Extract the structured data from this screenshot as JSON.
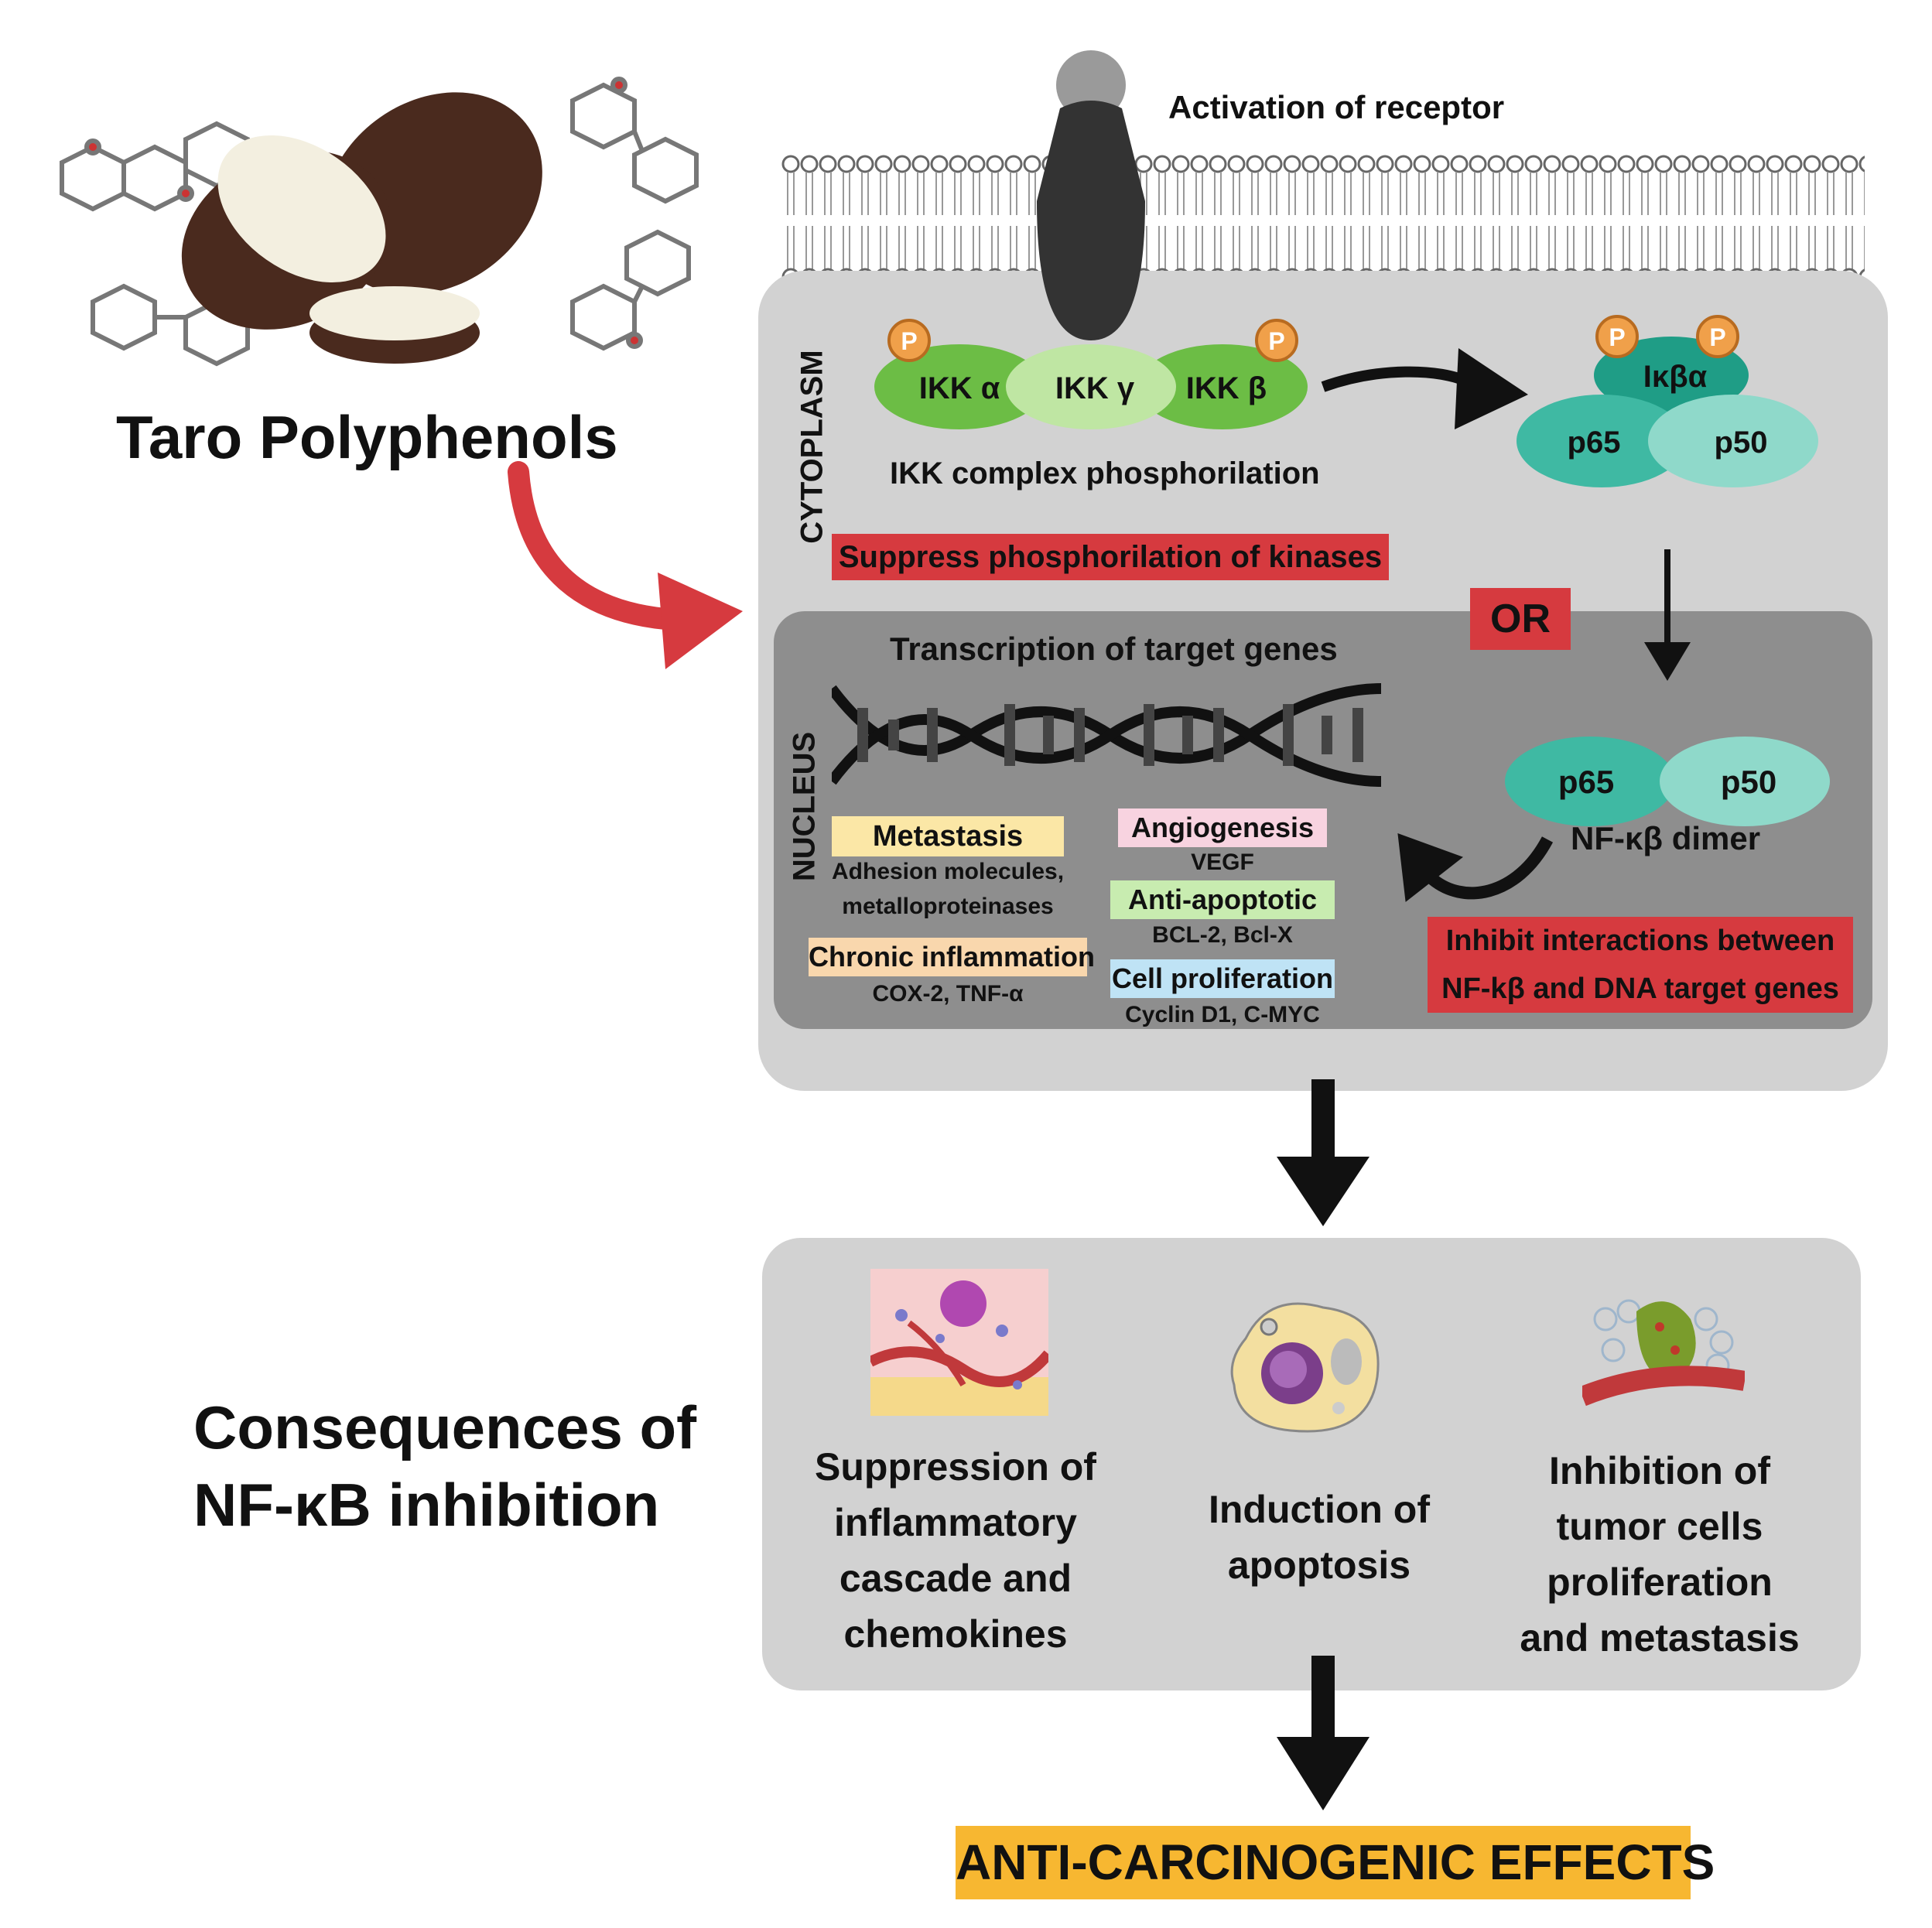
{
  "source_title": "Taro Polyphenols",
  "receptor_label": "Activation of receptor",
  "cytoplasm_label": "CYTOPLASM",
  "nucleus_label": "NUCLEUS",
  "ikk": {
    "alpha": "IKK α",
    "gamma": "IKK γ",
    "beta": "IKK β",
    "phospho_marker": "P",
    "caption": "IKK complex phosphorilation"
  },
  "inhibitor_complex": {
    "ikba": "Iκβα",
    "p65": "p65",
    "p50": "p50"
  },
  "suppress_label": "Suppress phosphorilation of kinases",
  "or_label": "OR",
  "transcription_label": "Transcription of target genes",
  "dimer": {
    "p65": "p65",
    "p50": "p50",
    "caption": "NF-κβ dimer"
  },
  "gene_groups": {
    "metastasis": {
      "title": "Metastasis",
      "line1": "Adhesion molecules,",
      "line2": "metalloproteinases",
      "color": "#fbe7a6"
    },
    "inflammation": {
      "title": "Chronic inflammation",
      "detail": "COX-2, TNF-α",
      "color": "#f9d7ad"
    },
    "angiogenesis": {
      "title": "Angiogenesis",
      "detail": "VEGF",
      "color": "#f8d3e0"
    },
    "anti_apoptotic": {
      "title": "Anti-apoptotic",
      "detail": "BCL-2, Bcl-X",
      "color": "#c8ecb0"
    },
    "proliferation": {
      "title": "Cell proliferation",
      "detail": "Cyclin D1, C-MYC",
      "color": "#bfe3f5"
    }
  },
  "inhibit_label": {
    "line1": "Inhibit interactions between",
    "line2": "NF-kβ and DNA target genes"
  },
  "consequences_title": {
    "line1": "Consequences of",
    "line2": "NF-κB inhibition"
  },
  "consequences": [
    {
      "line1": "Suppression of",
      "line2": "inflammatory",
      "line3": "cascade and",
      "line4": "chemokines"
    },
    {
      "line1": "Induction of",
      "line2": "apoptosis"
    },
    {
      "line1": "Inhibition of",
      "line2": "tumor cells",
      "line3": "proliferation",
      "line4": "and metastasis"
    }
  ],
  "final_effect": "ANTI-CARCINOGENIC EFFECTS",
  "colors": {
    "red_accent": "#d63a3f",
    "cell_gray": "#d2d2d2",
    "nucleus_gray": "#8e8e8e",
    "ikk_green_dark": "#6cbd45",
    "ikk_green_light": "#bfe6a3",
    "teal_dark": "#1f9d86",
    "teal_mid": "#3fb9a3",
    "teal_light": "#8fd9ca",
    "phospho_orange": "#f0a04a",
    "final_yellow": "#f7b731"
  }
}
